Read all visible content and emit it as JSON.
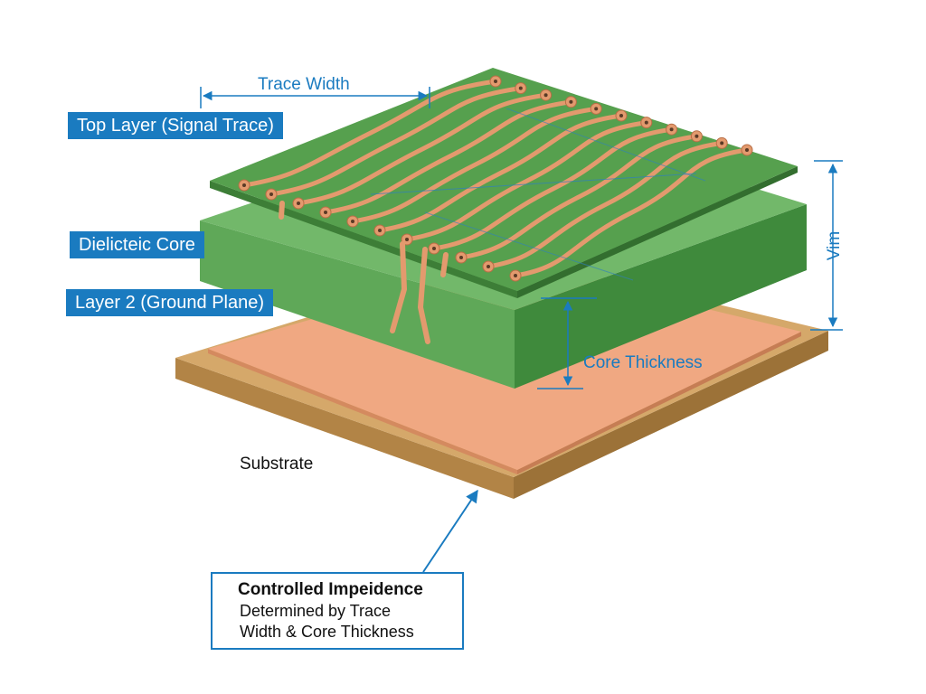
{
  "labels": {
    "top_layer": "Top Layer (Signal Trace)",
    "dielectric_core": "Dielicteic Core",
    "layer2": "Layer 2 (Ground Plane)",
    "substrate": "Substrate",
    "trace_width": "Trace Width",
    "core_thickness": "Core Thickness",
    "vertical_dim": "Vim"
  },
  "callout": {
    "title": "Controlled Impeidence",
    "line1": "Determined by Trace",
    "line2": "Width & Core Thickness"
  },
  "colors": {
    "accent_blue": "#1a7bc0",
    "board_green": "#4f9a4a",
    "core_green": "#6db565",
    "copper": "#e39a6e",
    "ground_copper": "#eea57f",
    "substrate_tan": "#cda066"
  }
}
